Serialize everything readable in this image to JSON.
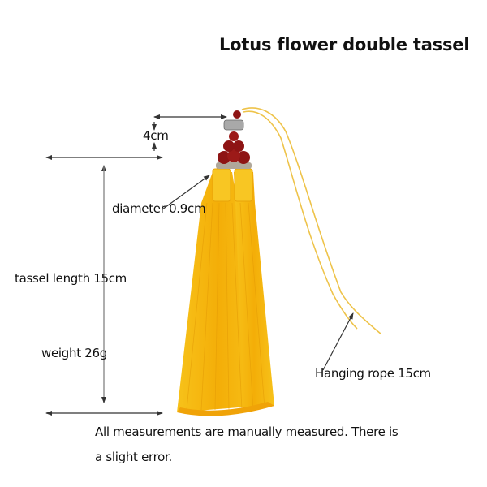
{
  "title": "Lotus flower double tassel",
  "labels": {
    "top_length": "4cm",
    "diameter": "diameter 0.9cm",
    "tassel_length": "tassel length 15cm",
    "weight": "weight 26g",
    "hanging_rope": "Hanging rope 15cm"
  },
  "note": {
    "line1": "All measurements are manually measured. There is",
    "line2": "a slight error."
  },
  "colors": {
    "tassel": "#f5b60c",
    "tassel_dark": "#e39a05",
    "beads": "#8e1414",
    "rope": "#eec34a",
    "arrow": "#333333"
  }
}
